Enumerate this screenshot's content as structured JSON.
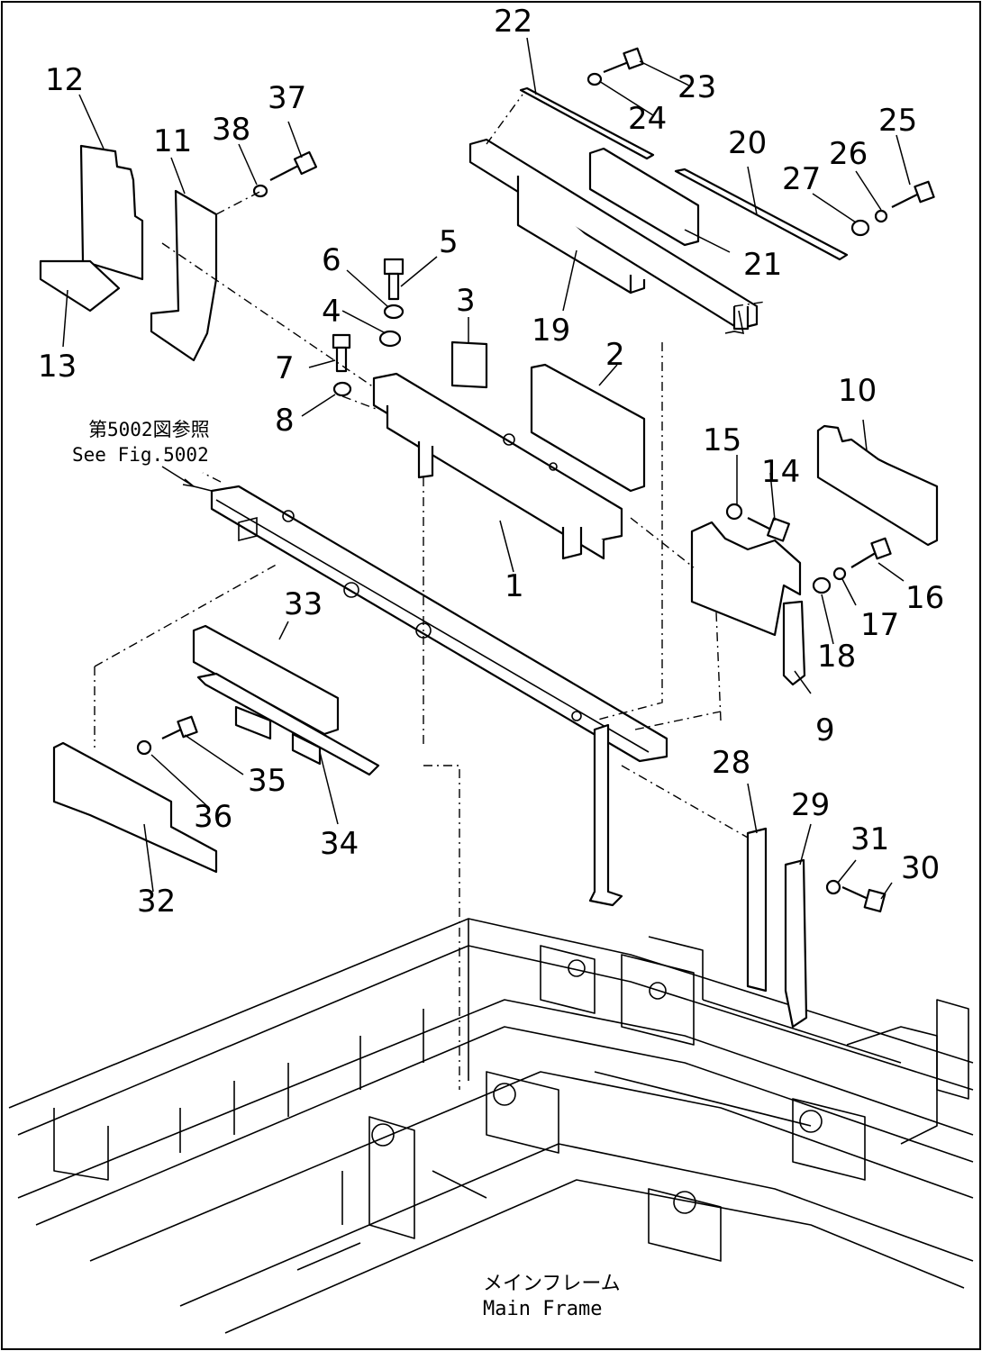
{
  "callouts": [
    "1",
    "2",
    "3",
    "4",
    "5",
    "6",
    "7",
    "8",
    "9",
    "10",
    "11",
    "12",
    "13",
    "14",
    "15",
    "16",
    "17",
    "18",
    "19",
    "20",
    "21",
    "22",
    "23",
    "24",
    "25",
    "26",
    "27",
    "28",
    "29",
    "30",
    "31",
    "32",
    "33",
    "34",
    "35",
    "36",
    "37",
    "38"
  ],
  "reference_note": {
    "jp": "第5002図参照",
    "en": "See Fig.5002"
  },
  "frame_label": {
    "jp": "メインフレーム",
    "en": "Main Frame"
  }
}
